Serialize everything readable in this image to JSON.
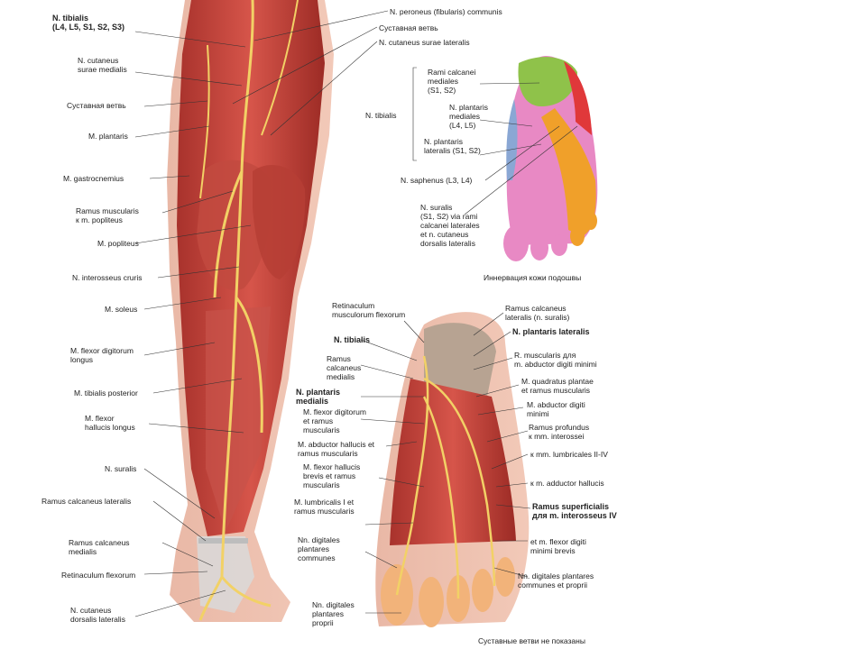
{
  "leg": {
    "left_labels": [
      {
        "text": "N. tibialis\n(L4, L5, S1, S2, S3)",
        "bold": true
      },
      {
        "text": "N. cutaneus\nsurae medialis",
        "bold": false
      },
      {
        "text": "Суставная ветвь",
        "bold": false
      },
      {
        "text": "M. plantaris",
        "bold": false
      },
      {
        "text": "M. gastrocnemius",
        "bold": false
      },
      {
        "text": "Ramus muscularis\nк m. popliteus",
        "bold": false
      },
      {
        "text": "M. popliteus",
        "bold": false
      },
      {
        "text": "N. interosseus cruris",
        "bold": false
      },
      {
        "text": "M. soleus",
        "bold": false
      },
      {
        "text": "M. flexor digitorum\nlongus",
        "bold": false
      },
      {
        "text": "M. tibialis posterior",
        "bold": false
      },
      {
        "text": "M. flexor\nhallucis longus",
        "bold": false
      },
      {
        "text": "N. suralis",
        "bold": false
      },
      {
        "text": "Ramus calcaneus lateralis",
        "bold": false
      },
      {
        "text": "Ramus calcaneus\nmedialis",
        "bold": false
      },
      {
        "text": "Retinaculum flexorum",
        "bold": false
      },
      {
        "text": "N. cutaneus\ndorsalis lateralis",
        "bold": false
      }
    ],
    "top_right_labels": [
      {
        "text": "N. peroneus (fibularis) communis",
        "bold": false
      },
      {
        "text": "Суставная ветвь",
        "bold": false
      },
      {
        "text": "N. cutaneus surae lateralis",
        "bold": false
      }
    ]
  },
  "sole_map": {
    "group_label": "N. tibialis",
    "labels": [
      {
        "text": "Rami calcanei\nmediales\n(S1, S2)"
      },
      {
        "text": "N. plantaris\nmediales\n(L4, L5)"
      },
      {
        "text": "N. plantaris\nlateralis (S1, S2)"
      },
      {
        "text": "N. saphenus (L3, L4)"
      },
      {
        "text": "N. suralis\n(S1, S2) via rami\ncalcanei laterales\net n. cutaneus\ndorsalis lateralis"
      }
    ],
    "caption": "Иннервация кожи подошвы",
    "colors": {
      "green": "#8fc24a",
      "red": "#e0383a",
      "blue": "#8aa7d4",
      "pink": "#e889c4",
      "orange": "#f0a02a",
      "magenta": "#e25fb3"
    }
  },
  "foot": {
    "left_labels": [
      {
        "text": "Retinaculum\nmusculorum flexorum",
        "bold": false
      },
      {
        "text": "N. tibialis",
        "bold": true
      },
      {
        "text": "Ramus\ncalcaneus\nmedialis",
        "bold": false
      },
      {
        "text": "N. plantaris\nmedialis",
        "bold": true
      },
      {
        "text": "M. flexor digitorum\net ramus\nmuscularis",
        "bold": false
      },
      {
        "text": "M. abductor hallucis et\nramus muscularis",
        "bold": false
      },
      {
        "text": "M. flexor hallucis\nbrevis et ramus\nmuscularis",
        "bold": false
      },
      {
        "text": "M. lumbricalis I et\nramus muscularis",
        "bold": false
      },
      {
        "text": "Nn. digitales\nplantares\ncommunes",
        "bold": false
      },
      {
        "text": "Nn. digitales\nplantares\nproprii",
        "bold": false
      }
    ],
    "right_labels": [
      {
        "text": "Ramus calcaneus\nlateralis (n. suralis)",
        "bold": false
      },
      {
        "text": "N. plantaris lateralis",
        "bold": true
      },
      {
        "text": "R. muscularis для\nm. abductor digiti minimi",
        "bold": false
      },
      {
        "text": "M. quadratus plantae\net ramus muscularis",
        "bold": false
      },
      {
        "text": "M. abductor digiti\nminimi",
        "bold": false
      },
      {
        "text": "Ramus profundus\nк mm. interossei",
        "bold": false
      },
      {
        "text": "к mm. lumbricales II-IV",
        "bold": false
      },
      {
        "text": "к m. adductor hallucis",
        "bold": false
      },
      {
        "text": "Ramus superficialis\nдля m. interosseus IV",
        "bold": false
      },
      {
        "text": "et m. flexor digiti\nminimi brevis",
        "bold": false
      },
      {
        "text": "Nn. digitales plantares\ncommunes et proprii",
        "bold": false
      }
    ],
    "caption": "Суставные ветви не показаны"
  }
}
